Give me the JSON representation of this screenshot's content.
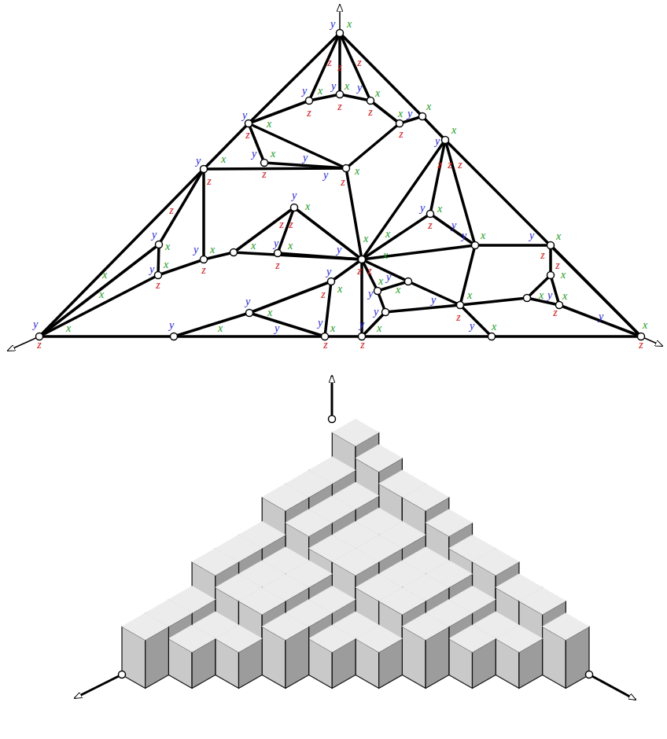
{
  "diagram": {
    "labels": [
      "y",
      "x",
      "z",
      "z",
      "z",
      "y",
      "x",
      "z",
      "y",
      "x",
      "z",
      "y",
      "x",
      "z",
      "y",
      "x",
      "z",
      "x",
      "y",
      "z",
      "x",
      "y",
      "x",
      "y",
      "z",
      "y",
      "x",
      "z",
      "x",
      "y",
      "z",
      "z",
      "z",
      "y",
      "x",
      "z",
      "z",
      "y",
      "x",
      "z",
      "z",
      "y",
      "x",
      "z",
      "y",
      "x",
      "y",
      "x",
      "z",
      "x",
      "x",
      "y",
      "x",
      "z",
      "y",
      "x",
      "z",
      "x",
      "y",
      "x",
      "z",
      "y",
      "x",
      "x",
      "x",
      "z",
      "z",
      "y",
      "y",
      "x",
      "y",
      "x",
      "z",
      "y",
      "x",
      "z",
      "x",
      "y",
      "y",
      "y",
      "x",
      "y",
      "x",
      "z",
      "x",
      "y",
      "x",
      "z",
      "z",
      "x",
      "x",
      "y",
      "z",
      "y",
      "x",
      "y",
      "x",
      "y",
      "y",
      "x",
      "z",
      "y",
      "x",
      "z",
      "y",
      "x"
    ]
  }
}
